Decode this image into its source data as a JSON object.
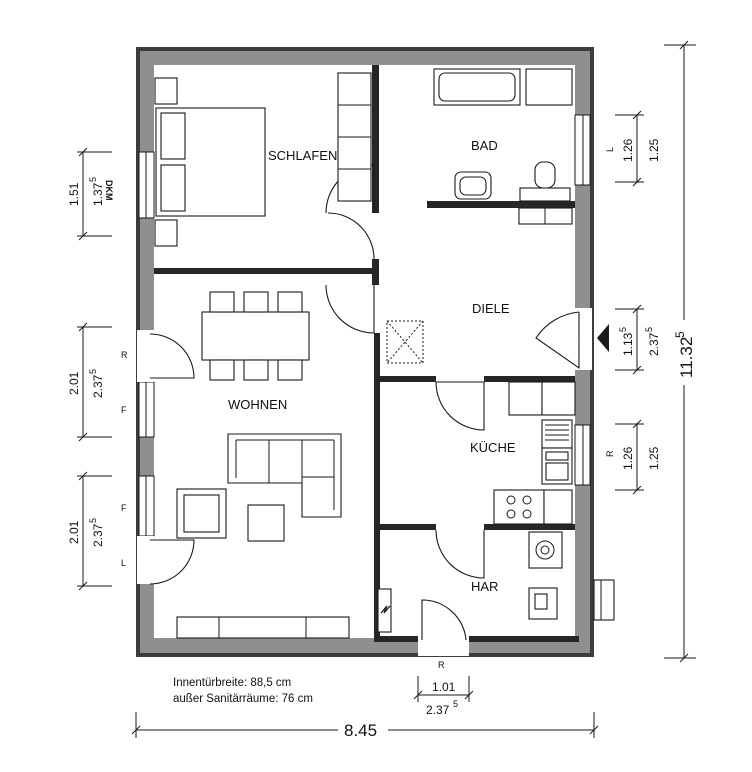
{
  "rooms": {
    "schlafen": "SCHLAFEN",
    "bad": "BAD",
    "diele": "DIELE",
    "wohnen": "WOHNEN",
    "kueche": "KÜCHE",
    "har": "HAR"
  },
  "window_letters": {
    "bad": "L",
    "schlafen_dkm": "DKM",
    "wohnen_r": "R",
    "wohnen_f1": "F",
    "wohnen_f2": "F",
    "wohnen_l": "L",
    "kueche": "R",
    "entrance": "R"
  },
  "dimensions": {
    "left_top_outer": "1.51",
    "left_top_inner": "1.37",
    "left_top_inner_sup": "5",
    "left_mid_outer": "2.01",
    "left_mid_inner": "2.37",
    "left_mid_inner_sup": "5",
    "left_bot_outer": "2.01",
    "left_bot_inner": "2.37",
    "left_bot_inner_sup": "5",
    "right_bad_inner": "1.26",
    "right_bad_outer": "1.25",
    "right_diele_inner": "1.13",
    "right_diele_inner_sup": "5",
    "right_diele_outer": "2.37",
    "right_diele_outer_sup": "5",
    "right_kueche_inner": "1.26",
    "right_kueche_outer": "1.25",
    "total_height": "11.32",
    "total_height_sup": "5",
    "total_width": "8.45",
    "door_width": "1.01",
    "door_height": "2.37",
    "door_height_sup": "5"
  },
  "notes": {
    "line1": "Innentürbreite: 88,5 cm",
    "line2": "außer Sanitärräume: 76 cm"
  }
}
